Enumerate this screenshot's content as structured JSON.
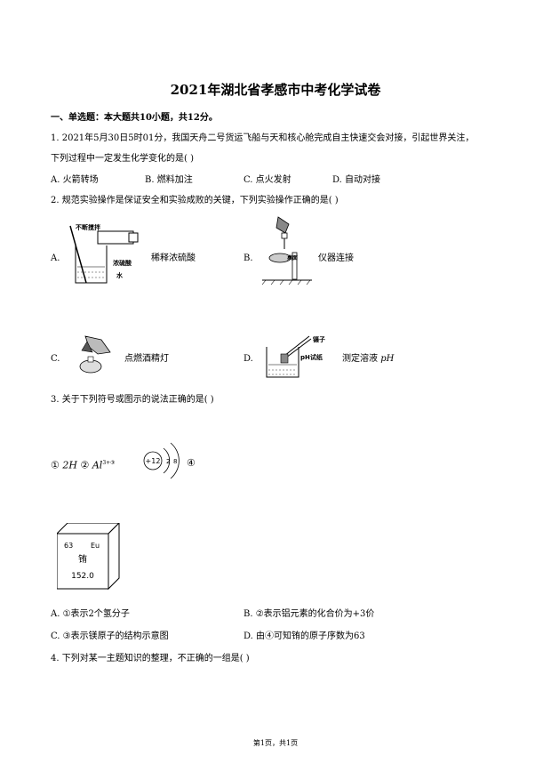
{
  "title": "2021年湖北省孝感市中考化学试卷",
  "section1": "一、单选题：本大题共10小题，共12分。",
  "q1": {
    "stem_line1": "1. 2021年5月30日5时01分，我国天舟二号货运飞船与天和核心舱完成自主快速交会对接，引起世界关注，",
    "stem_line2": "下列过程中一定发生化学变化的是(    )",
    "A": "A. 火箭转场",
    "B": "B. 燃料加注",
    "C": "C. 点火发射",
    "D": "D. 自动对接"
  },
  "q2": {
    "stem": "2. 规范实验操作是保证安全和实验成败的关键，下列实验操作正确的是(    )",
    "A_letter": "A.",
    "A_text": "稀释浓硫酸",
    "A_fig": {
      "label_top": "不断搅拌",
      "label_acid": "浓硫酸",
      "label_water": "水"
    },
    "B_letter": "B.",
    "B_text": "仪器连接",
    "B_fig": {
      "label": "桌面"
    },
    "C_letter": "C.",
    "C_text": "点燃酒精灯",
    "D_letter": "D.",
    "D_text": "测定溶液",
    "D_math": "pH",
    "D_fig": {
      "label_top": "镊子",
      "label_paper": "pH试纸"
    }
  },
  "q3": {
    "stem": "3. 关于下列符号或图示的说法正确的是(    )",
    "sym1_mark": "①",
    "sym1": "2H",
    "sym2_mark": "②",
    "sym2": "Al",
    "sym2_sup": "3+",
    "sym3_mark": "③",
    "sym4_mark": "④",
    "atom": {
      "nucleus": "+12",
      "shell1": "2",
      "shell2": "8"
    },
    "element_box": {
      "number": "63",
      "symbol": "Eu",
      "name": "铕",
      "mass": "152.0"
    },
    "A": "A. ①表示2个氢分子",
    "B": "B. ②表示铝元素的化合价为+3价",
    "C": "C. ③表示镁原子的结构示意图",
    "D": "D. 由④可知铕的原子序数为63"
  },
  "q4": {
    "stem": "4. 下列对某一主题知识的整理，不正确的一组是(    )"
  },
  "footer": "第1页，共1页"
}
